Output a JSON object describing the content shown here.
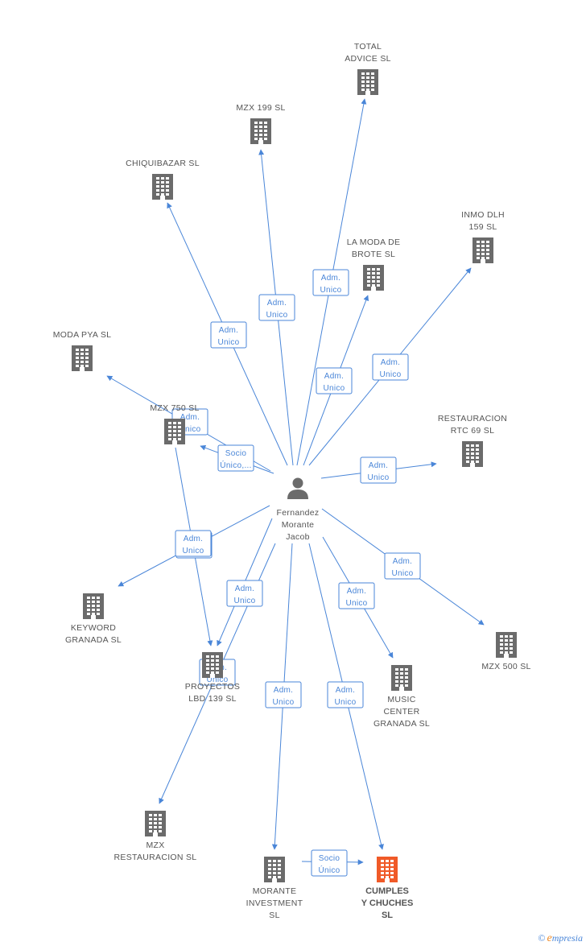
{
  "colors": {
    "company": "#6b6b6b",
    "highlight": "#f05a28",
    "edge": "#4a86d8",
    "person": "#6b6b6b"
  },
  "person": {
    "name": "Fernandez\nMorante\nJacob",
    "icon": "person-icon"
  },
  "companies": [
    {
      "id": "total_advice",
      "label": "TOTAL\nADVICE  SL",
      "icon": "building-icon"
    },
    {
      "id": "mzx199",
      "label": "MZX 199 SL",
      "icon": "building-icon"
    },
    {
      "id": "chiquibazar",
      "label": "CHIQUIBAZAR SL",
      "icon": "building-icon"
    },
    {
      "id": "inmo_dlh",
      "label": "INMO DLH\n159 SL",
      "icon": "building-icon"
    },
    {
      "id": "moda_brote",
      "label": "LA MODA DE\nBROTE  SL",
      "icon": "building-icon"
    },
    {
      "id": "moda_pya",
      "label": "MODA PYA SL",
      "icon": "building-icon"
    },
    {
      "id": "mzx750",
      "label": "MZX 750 SL",
      "icon": "building-icon"
    },
    {
      "id": "restauracion_rtc",
      "label": "RESTAURACION\nRTC 69 SL",
      "icon": "building-icon"
    },
    {
      "id": "keyword",
      "label": "KEYWORD\nGRANADA SL",
      "icon": "building-icon"
    },
    {
      "id": "mzx500",
      "label": "MZX 500 SL",
      "icon": "building-icon"
    },
    {
      "id": "proyectos",
      "label": "PROYECTOS\nLBD 139 SL",
      "icon": "building-icon"
    },
    {
      "id": "music",
      "label": "MUSIC\nCENTER\nGRANADA SL",
      "icon": "building-icon"
    },
    {
      "id": "mzx_rest",
      "label": "MZX\nRESTAURACION SL",
      "icon": "building-icon"
    },
    {
      "id": "morante",
      "label": "MORANTE\nINVESTMENT\nSL",
      "icon": "building-icon"
    },
    {
      "id": "cumples",
      "label": "CUMPLES\nY CHUCHES\nSL",
      "icon": "building-icon",
      "highlight": true
    }
  ],
  "edges": [
    {
      "from": "person",
      "to": "total_advice",
      "label": "Adm.\nUnico"
    },
    {
      "from": "person",
      "to": "mzx199",
      "label": "Adm.\nUnico"
    },
    {
      "from": "person",
      "to": "chiquibazar",
      "label": "Adm.\nUnico"
    },
    {
      "from": "person",
      "to": "inmo_dlh",
      "label": "Adm.\nUnico"
    },
    {
      "from": "person",
      "to": "moda_brote",
      "label": "Adm.\nUnico"
    },
    {
      "from": "person",
      "to": "moda_pya",
      "label": "Adm.\nUnico"
    },
    {
      "from": "person",
      "to": "mzx750",
      "label": "Socio\nÚnico,..."
    },
    {
      "from": "person",
      "to": "restauracion_rtc",
      "label": "Adm.\nUnico"
    },
    {
      "from": "person",
      "to": "keyword",
      "label": "Adm.\nUnico"
    },
    {
      "from": "mzx750",
      "to": "proyectos",
      "label": "Adm.\nUnico"
    },
    {
      "from": "person",
      "to": "proyectos",
      "label": "Adm.\nUnico"
    },
    {
      "from": "person",
      "to": "mzx_rest",
      "label": "Adm.\nUnico"
    },
    {
      "from": "person",
      "to": "morante",
      "label": "Adm.\nUnico"
    },
    {
      "from": "person",
      "to": "cumples",
      "label": "Adm.\nUnico"
    },
    {
      "from": "person",
      "to": "music",
      "label": "Adm.\nUnico"
    },
    {
      "from": "person",
      "to": "mzx500",
      "label": "Adm.\nUnico"
    },
    {
      "from": "morante",
      "to": "cumples",
      "label": "Socio\nÚnico"
    }
  ],
  "watermark": {
    "symbol": "©",
    "brand_initial": "e",
    "brand_rest": "mpresia"
  }
}
